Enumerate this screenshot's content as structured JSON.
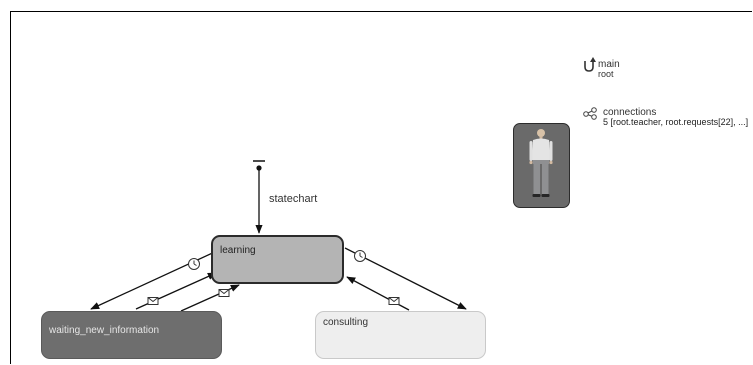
{
  "statechart": {
    "label": "statechart"
  },
  "states": {
    "learning": {
      "label": "learning"
    },
    "waiting": {
      "label": "waiting_new_information"
    },
    "consulting": {
      "label": "consulting"
    }
  },
  "variables": {
    "main": {
      "name": "main",
      "value": "root"
    },
    "connections": {
      "name": "connections",
      "value": "5 [root.teacher, root.requests[22], ...]"
    }
  },
  "icons": {
    "main": "return-arrow-icon",
    "connections": "share-network-icon",
    "timeout_trigger": "clock-icon",
    "message_trigger": "envelope-icon",
    "condition_trigger": "condition-icon",
    "agent": "person-figure-icon"
  },
  "colors": {
    "learning_fill": "#b4b4b4",
    "waiting_fill": "#6e6e6e",
    "consulting_fill": "#eeeeee",
    "agent_bg": "#6a6a6a"
  }
}
